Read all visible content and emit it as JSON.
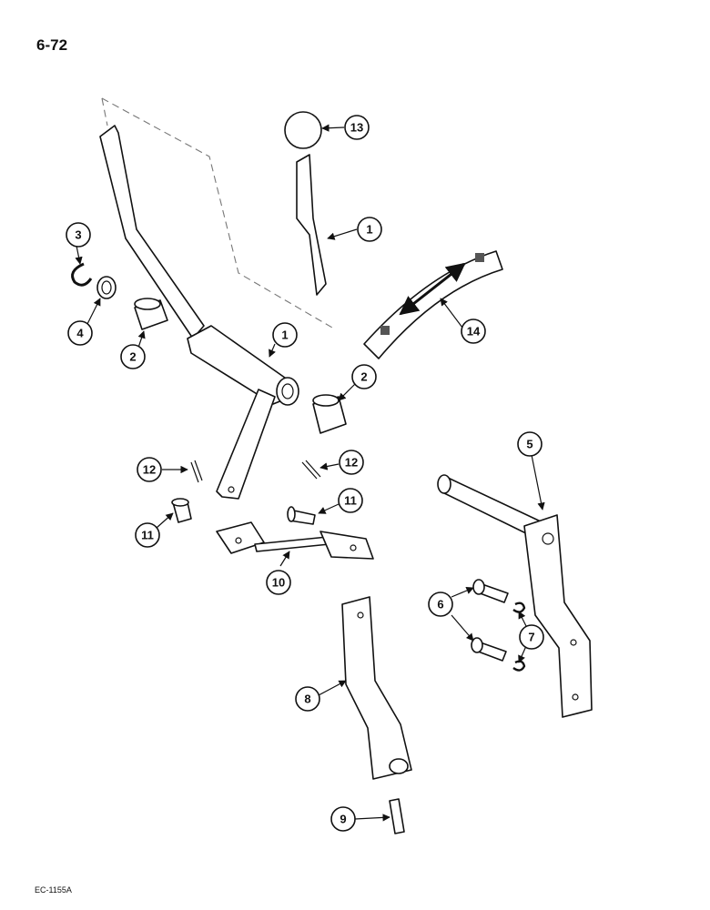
{
  "page": {
    "number": "6-72",
    "code": "EC-1155A"
  },
  "callouts": [
    "1",
    "1",
    "2",
    "2",
    "3",
    "4",
    "5",
    "6",
    "7",
    "8",
    "9",
    "10",
    "11",
    "11",
    "12",
    "12",
    "13",
    "14"
  ]
}
